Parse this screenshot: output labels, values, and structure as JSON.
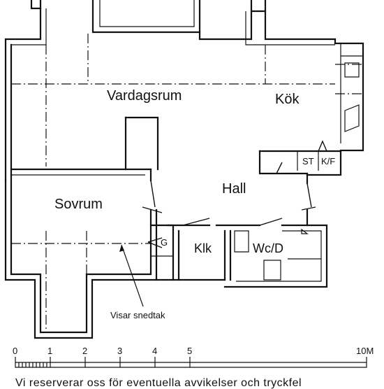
{
  "rooms": {
    "vardagsrum": "Vardagsrum",
    "kok": "Kök",
    "hall": "Hall",
    "sovrum": "Sovrum",
    "klk": "Klk",
    "wcd": "Wc/D",
    "g": "G",
    "st": "ST",
    "kf": "K/F"
  },
  "annotation": "Visar snedtak",
  "scale": {
    "ticks": [
      "0",
      "1",
      "2",
      "3",
      "4",
      "5",
      "10M"
    ]
  },
  "footer_text": "Vi reserverar oss för eventuella avvikelser och tryckfel"
}
